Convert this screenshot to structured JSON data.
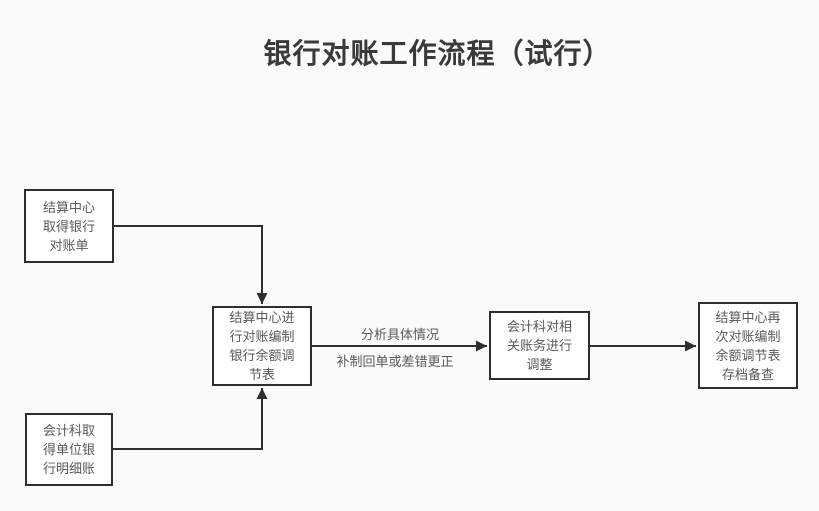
{
  "title": "银行对账工作流程（试行）",
  "colors": {
    "background": "#fafafa",
    "node_fill": "#ffffff",
    "node_border": "#2e2e2e",
    "connector_line": "#2e2e2e",
    "text": "#595959",
    "title_text": "#3a3a3a"
  },
  "nodes": {
    "get_bank_statement": {
      "text": "结算中心\n取得银行\n对账单"
    },
    "get_unit_detail_ledger": {
      "text": "会计科取\n得单位银\n行明细账"
    },
    "prepare_reconciliation": {
      "text": "结算中心进\n行对账编制\n银行余额调\n节表"
    },
    "adjust_related_accounts": {
      "text": "会计科对相\n关账务进行\n调整"
    },
    "archive_for_reference": {
      "text": "结算中心再\n次对账编制\n余额调节表\n存档备查"
    }
  },
  "edge_labels": {
    "analyze": "分析具体情况",
    "correct": "补制回单或差错更正"
  }
}
